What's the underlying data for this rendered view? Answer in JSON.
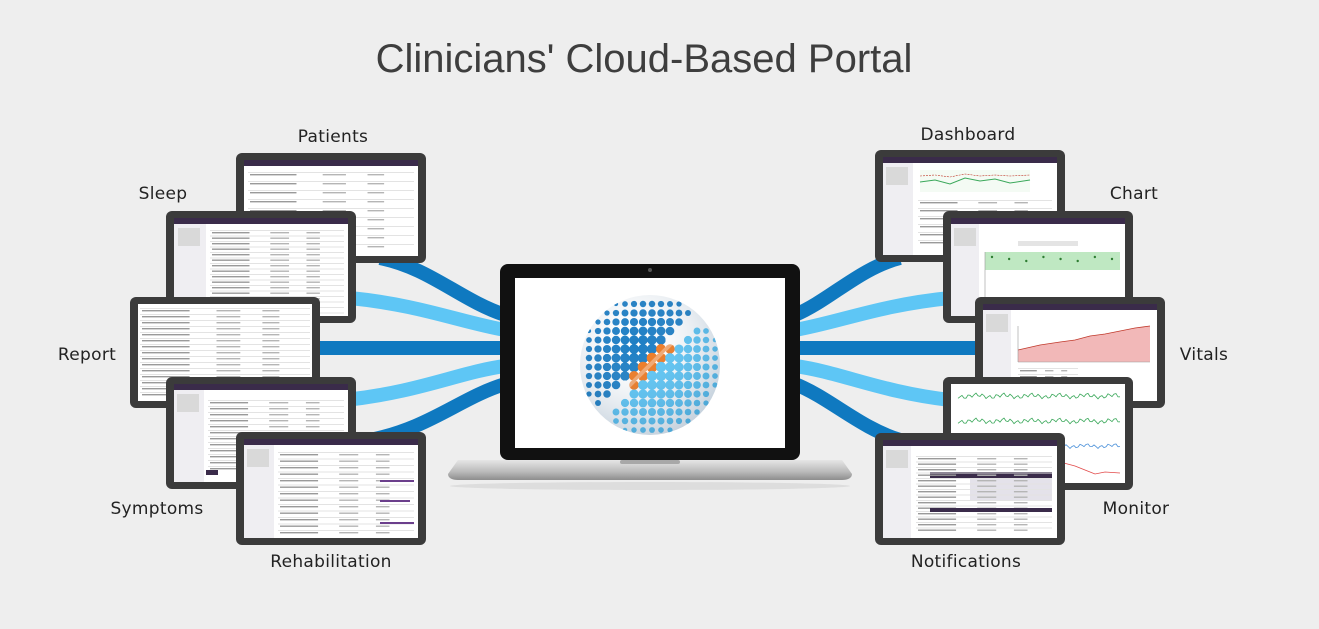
{
  "title": "Clinicians' Cloud-Based Portal",
  "left_modules": [
    {
      "label": "Patients"
    },
    {
      "label": "Sleep"
    },
    {
      "label": "Report"
    },
    {
      "label": "Symptoms"
    },
    {
      "label": "Rehabilitation"
    }
  ],
  "right_modules": [
    {
      "label": "Dashboard"
    },
    {
      "label": "Chart"
    },
    {
      "label": "Vitals"
    },
    {
      "label": "Monitor"
    },
    {
      "label": "Notifications"
    }
  ],
  "colors": {
    "cable_dark": "#0f79c0",
    "cable_light": "#5ec6f5",
    "tablet_frame": "#3b3b3b",
    "app_header": "#3a2b4a",
    "chart_green": "#bfe8c2",
    "chart_red": "#f2b8b8",
    "globe_blue": "#1d7ec4",
    "globe_accent": "#ef7a22"
  },
  "center_icon": "globe-logo"
}
